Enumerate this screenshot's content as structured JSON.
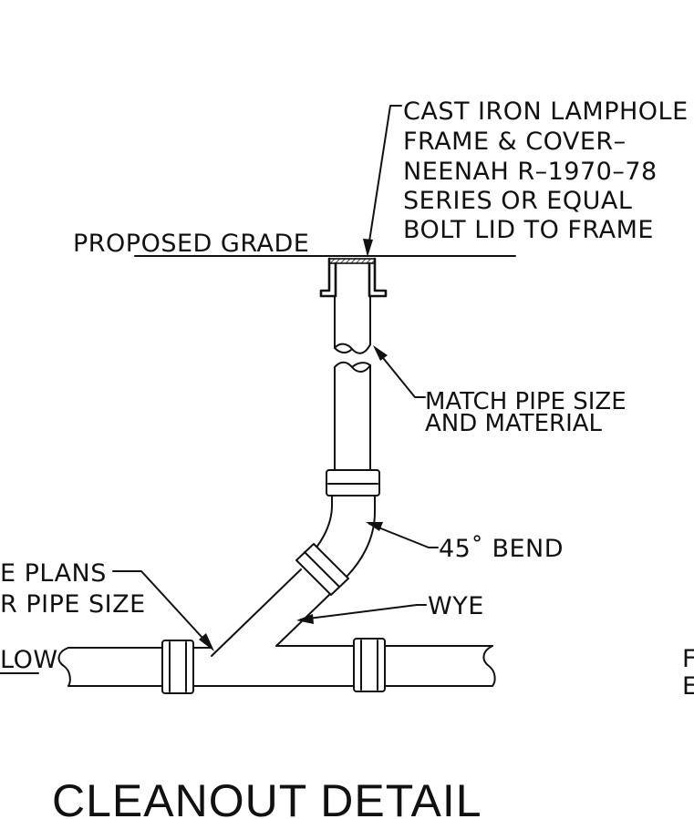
{
  "drawing": {
    "title": "CLEANOUT DETAIL",
    "labels": {
      "proposed_grade": "PROPOSED GRADE",
      "lamphole_note": [
        "CAST IRON LAMPHOLE",
        "FRAME & COVER–",
        "NEENAH R–1970–78",
        "SERIES OR EQUAL",
        "BOLT LID TO FRAME"
      ],
      "match_pipe": [
        "MATCH PIPE SIZE",
        "AND MATERIAL"
      ],
      "bend": "45˚ BEND",
      "wye": "WYE",
      "plans_note": [
        "E PLANS",
        "R PIPE SIZE"
      ],
      "flow_fragment": "LOW",
      "right_fragment": [
        "F",
        "E"
      ]
    }
  }
}
